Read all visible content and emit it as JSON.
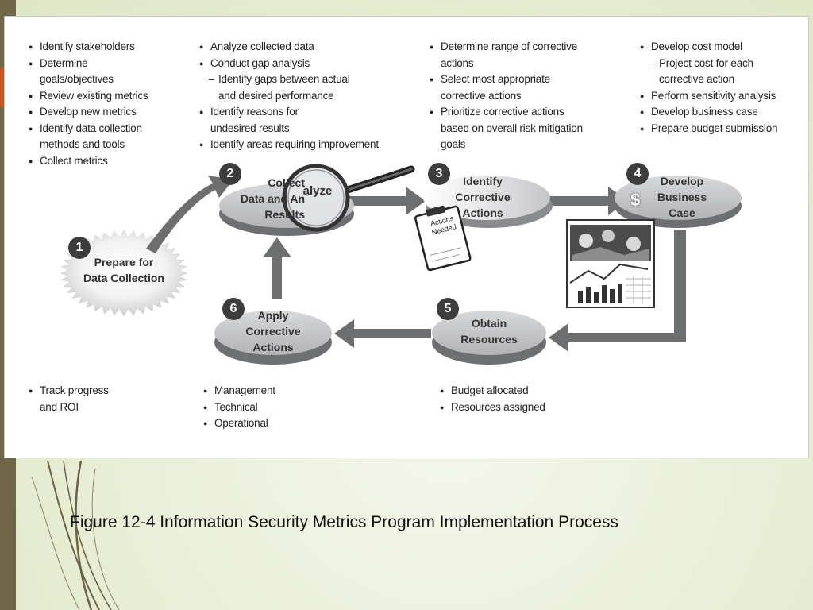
{
  "steps": [
    {
      "number": "1",
      "label": "Prepare for\nData Collection"
    },
    {
      "number": "2",
      "label": "Collect\nData and An\nResults",
      "magnifier_text": "alyze"
    },
    {
      "number": "3",
      "label": "Identify\nCorrective\nActions",
      "clipboard_text": "Actions\nNeeded"
    },
    {
      "number": "4",
      "label": "Develop\nBusiness\nCase",
      "icon": "dollar-icon"
    },
    {
      "number": "5",
      "label": "Obtain\nResources"
    },
    {
      "number": "6",
      "label": "Apply\nCorrective\nActions"
    }
  ],
  "bullets": {
    "col1": [
      {
        "text": "Identify stakeholders"
      },
      {
        "text": "Determine\ngoals/objectives"
      },
      {
        "text": "Review existing metrics"
      },
      {
        "text": "Develop new metrics"
      },
      {
        "text": "Identify data collection\nmethods and tools"
      },
      {
        "text": "Collect metrics"
      }
    ],
    "col2": [
      {
        "text": "Analyze collected data"
      },
      {
        "text": "Conduct gap analysis"
      },
      {
        "text": "Identify gaps between actual\nand desired performance",
        "sub": true
      },
      {
        "text": "Identify reasons for\nundesired results"
      },
      {
        "text": "Identify areas requiring improvement"
      }
    ],
    "col3": [
      {
        "text": "Determine range of corrective\nactions"
      },
      {
        "text": "Select most appropriate\ncorrective actions"
      },
      {
        "text": "Prioritize corrective actions\nbased on overall risk mitigation\ngoals"
      }
    ],
    "col4": [
      {
        "text": "Develop cost model"
      },
      {
        "text": "Project cost for each\ncorrective action",
        "sub": true
      },
      {
        "text": "Perform sensitivity analysis"
      },
      {
        "text": "Develop business case"
      },
      {
        "text": "Prepare budget submission"
      }
    ],
    "bottom1": [
      {
        "text": "Track progress\nand ROI"
      }
    ],
    "bottom2": [
      {
        "text": "Management"
      },
      {
        "text": "Technical"
      },
      {
        "text": "Operational"
      }
    ],
    "bottom3": [
      {
        "text": "Budget allocated"
      },
      {
        "text": "Resources assigned"
      }
    ]
  },
  "caption": "Figure 12-4 Information Security Metrics Program Implementation Process",
  "colors": {
    "ellipse_top": "#b9babc",
    "ellipse_side": "#6e6f72",
    "arrow": "#6d6e70",
    "badge": "#3d3d3d",
    "left_bar": "#6f6549",
    "left_accent": "#c4551e"
  }
}
